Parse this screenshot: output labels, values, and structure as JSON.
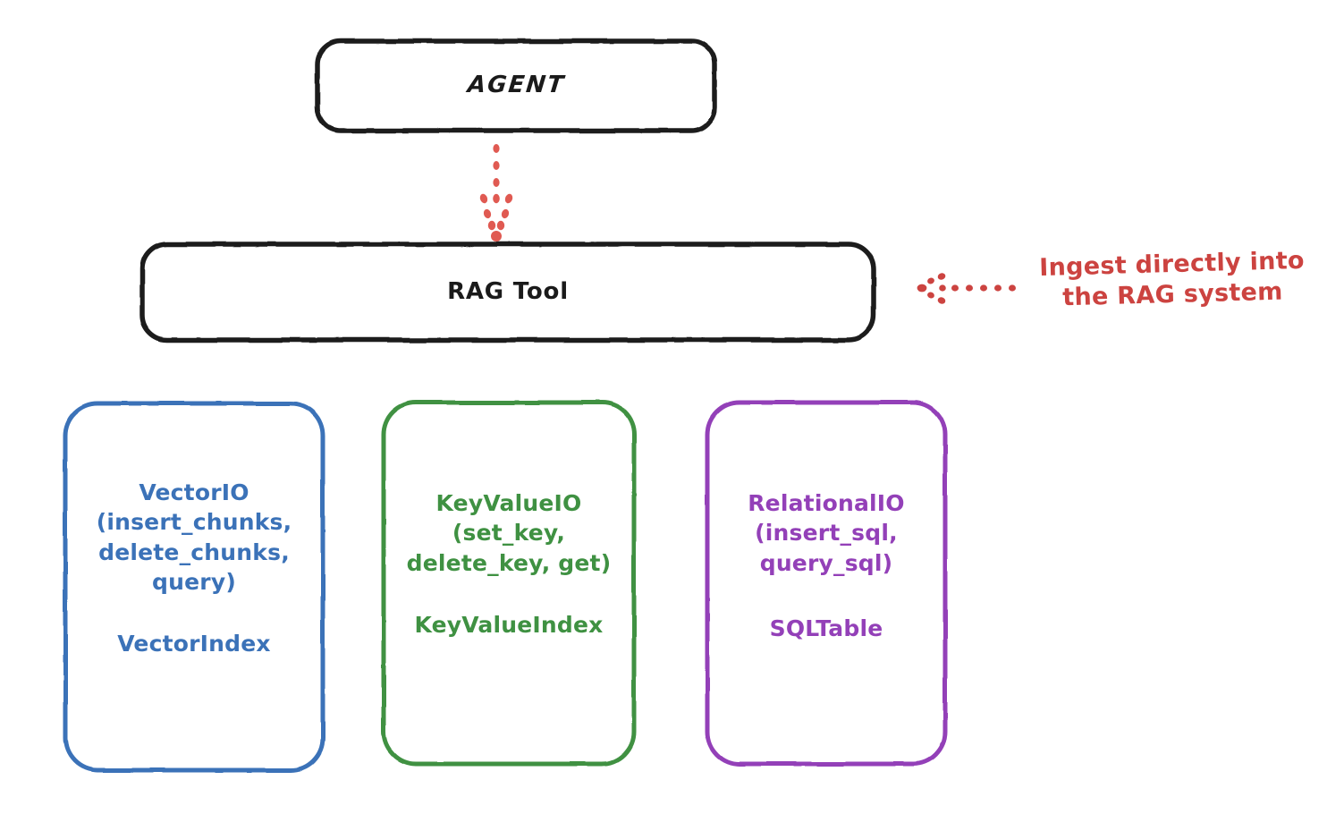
{
  "diagram": {
    "title_node": {
      "label": "AGENT"
    },
    "tool_node": {
      "label": "RAG Tool"
    },
    "providers": [
      {
        "id": "vectorio",
        "api": "VectorIO\n(insert_chunks,\ndelete_chunks,\nquery)",
        "index": "VectorIndex",
        "color": "#3b72b8"
      },
      {
        "id": "keyvalueio",
        "api": "KeyValueIO\n(set_key,\ndelete_key, get)",
        "index": "KeyValueIndex",
        "color": "#3f9142"
      },
      {
        "id": "relationalio",
        "api": "RelationalIO\n(insert_sql,\nquery_sql)",
        "index": "SQLTable",
        "color": "#9340b8"
      }
    ],
    "annotation": {
      "text": "Ingest directly into\nthe RAG system",
      "color": "#cc4340",
      "arrow_icon": "dotted-arrow-left-icon"
    },
    "flow_arrow": {
      "icon": "dotted-arrow-down-icon",
      "color": "#e05a52",
      "from": "AGENT",
      "to": "RAG Tool"
    },
    "colors": {
      "stroke_dark": "#1a1a1a",
      "background": "#ffffff",
      "blue": "#3b72b8",
      "green": "#3f9142",
      "purple": "#9340b8",
      "red": "#cc4340",
      "salmon": "#e05a52"
    }
  }
}
